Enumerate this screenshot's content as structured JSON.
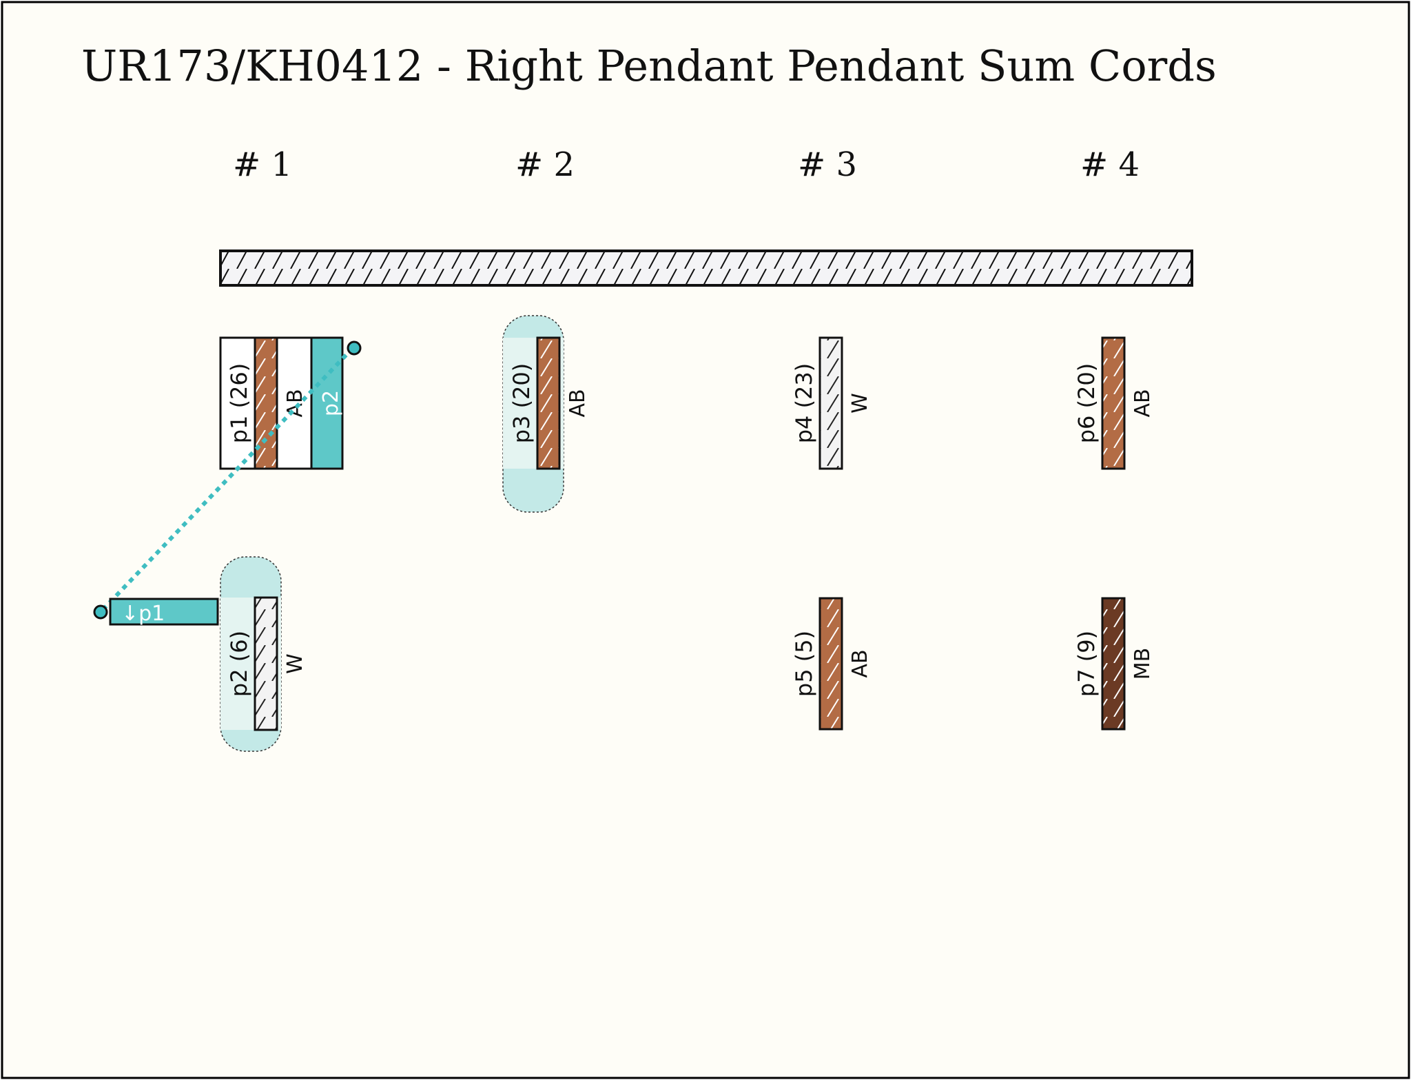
{
  "title": "UR173/KH0412 - Right Pendant Pendant Sum Cords",
  "colors": {
    "background": "#fefdf7",
    "border": "#000000",
    "teal": "#5ec8c8",
    "teal_light": "#c3e9e7",
    "teal_pale": "#e4f4f1",
    "ab": "#b36c45",
    "mb": "#6b3a24",
    "w": "#f3f3f3",
    "primary": "#f4f4f6"
  },
  "groups": [
    {
      "label": "# 1"
    },
    {
      "label": "# 2"
    },
    {
      "label": "# 3"
    },
    {
      "label": "# 4"
    }
  ],
  "cords": [
    {
      "id": "p1",
      "label": "p1 (26)",
      "color_code": "AB"
    },
    {
      "id": "p2",
      "label": "p2 (6)",
      "color_code": "W"
    },
    {
      "id": "p3",
      "label": "p3 (20)",
      "color_code": "AB"
    },
    {
      "id": "p4",
      "label": "p4 (23)",
      "color_code": "W"
    },
    {
      "id": "p5",
      "label": "p5 (5)",
      "color_code": "AB"
    },
    {
      "id": "p6",
      "label": "p6 (20)",
      "color_code": "AB"
    },
    {
      "id": "p7",
      "label": "p7 (9)",
      "color_code": "MB"
    }
  ],
  "sum_links": {
    "upper_tag": "p2",
    "lower_tag": "↓p1"
  }
}
